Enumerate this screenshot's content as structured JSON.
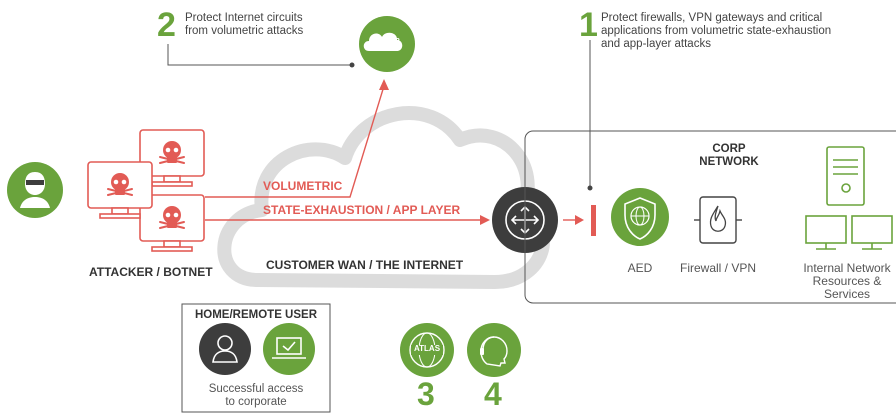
{
  "callouts": {
    "c2_number": "2",
    "c2_line1": "Protect Internet circuits",
    "c2_line2": "from volumetric attacks",
    "c1_number": "1",
    "c1_line1": "Protect firewalls, VPN gateways and critical",
    "c1_line2": "applications from volumetric state-exhaustion",
    "c1_line3": "and app-layer attacks"
  },
  "arbor_cloud": {
    "line1": "ARBOR",
    "line2": "CLOUD"
  },
  "attack_labels": {
    "volumetric": "VOLUMETRIC",
    "state_exhaustion": "STATE-EXHAUSTION / APP LAYER"
  },
  "cloud_label": "CUSTOMER WAN / THE INTERNET",
  "attacker_label": "ATTACKER / BOTNET",
  "corp_network": {
    "title_line1": "CORP",
    "title_line2": "NETWORK",
    "aed": "AED",
    "firewall": "Firewall / VPN",
    "internal_line1": "Internal Network",
    "internal_line2": "Resources &",
    "internal_line3": "Services"
  },
  "home_user": {
    "title": "HOME/REMOTE USER",
    "caption_line1": "Successful access",
    "caption_line2": "to corporate"
  },
  "bottom_icons": {
    "atlas_label": "ATLAS",
    "num3": "3",
    "num4": "4"
  },
  "colors": {
    "green": "#6aa33c",
    "red": "#e25b55",
    "dark": "#3d3d3d",
    "cloud_grey": "#dcdcdc"
  }
}
